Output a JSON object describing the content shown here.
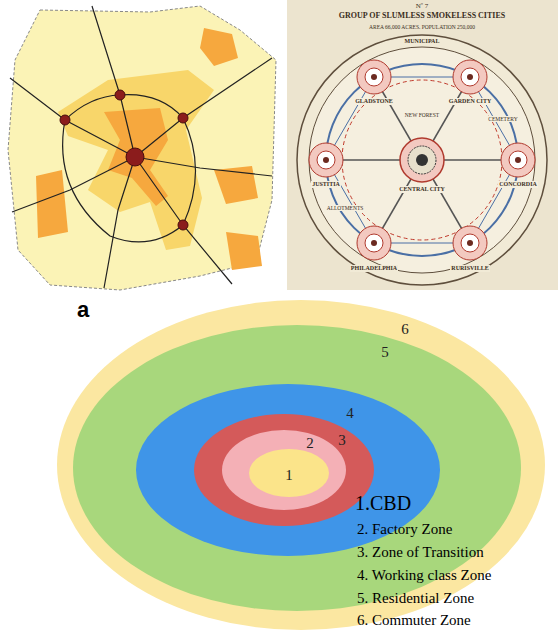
{
  "diagram": {
    "nodes": [
      {
        "text": [
          "6"
        ]
      },
      {
        "text": [
          "5"
        ],
        "in": 0
      },
      {
        "text": [
          "4"
        ],
        "in": 1
      },
      {
        "text": [
          "3"
        ],
        "in": 2
      },
      {
        "text": [
          "2"
        ],
        "in": 3
      },
      {
        "text": [
          "1"
        ],
        "in": 4
      }
    ],
    "labels": [
      "Nº 7",
      "GROUP OF SLUMLESS SMOKELESS CITIES",
      "AREA 66,000 ACRES. POPULATION 250,000",
      "MUNICIPAL",
      "CENTRAL CITY",
      "GLADSTONE",
      "GARDEN CITY",
      "CONCORDIA",
      "RURISVILLE",
      "PHILADELPHIA",
      "JUSTITIA",
      "NEW FOREST",
      "CEMETERY",
      "ALLOTMENTS",
      "a",
      "1.CBD",
      "2. Factory Zone",
      "3. Zone of Transition",
      "4. Working class Zone",
      "5. Residential Zone",
      "6. Commuter Zone"
    ]
  }
}
